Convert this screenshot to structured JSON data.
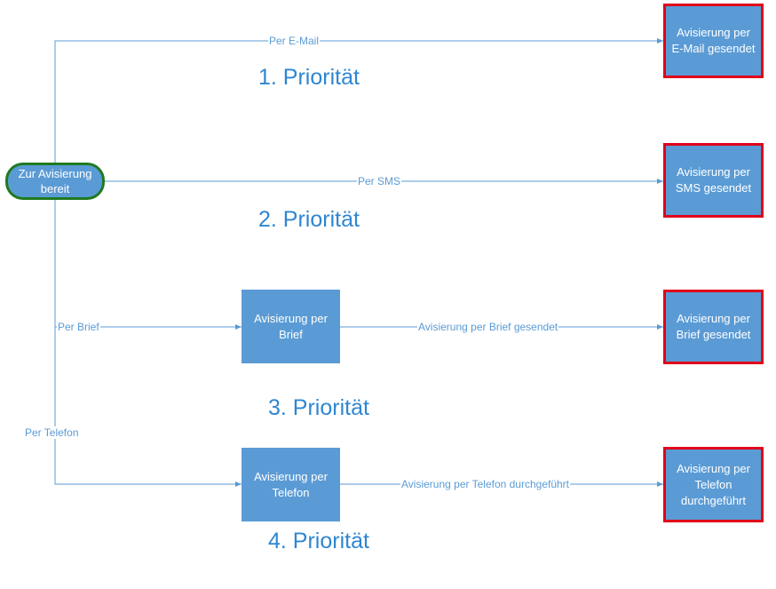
{
  "colors": {
    "node_fill": "#5b9bd5",
    "start_border": "#1f7a1f",
    "target_border": "#e0001b",
    "connector": "#5b9bd5",
    "priority_text": "#2e86d1"
  },
  "nodes": {
    "start": "Zur Avisierung bereit",
    "email_sent": "Avisierung per E-Mail gesendet",
    "sms_sent": "Avisierung per SMS gesendet",
    "brief": "Avisierung per Brief",
    "brief_sent": "Avisierung per Brief gesendet",
    "telefon": "Avisierung per Telefon",
    "telefon_done": "Avisierung per Telefon durchgeführt"
  },
  "edges": {
    "email": "Per E-Mail",
    "sms": "Per SMS",
    "brief": "Per Brief",
    "brief_sent": "Avisierung per Brief gesendet",
    "telefon": "Per Telefon",
    "telefon_done": "Avisierung per Telefon durchgeführt"
  },
  "priorities": {
    "p1": "1. Priorität",
    "p2": "2. Priorität",
    "p3": "3. Priorität",
    "p4": "4. Priorität"
  }
}
